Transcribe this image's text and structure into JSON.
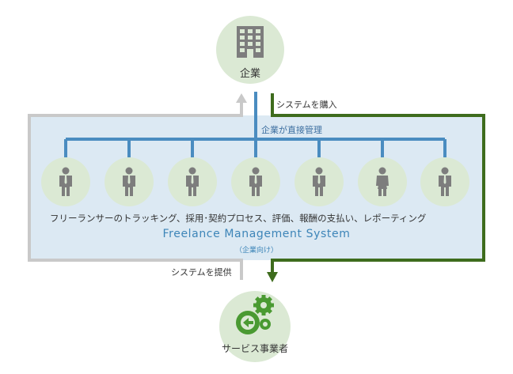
{
  "top_node": {
    "label": "企業",
    "icon": "building-icon"
  },
  "bottom_node": {
    "label": "サービス事業者",
    "icon": "gears-arrow-icon"
  },
  "flow_labels": {
    "purchase": "システムを購入",
    "provide": "システムを提供",
    "direct_management": "企業が直接管理"
  },
  "system_box": {
    "description": "フリーランサーのトラッキング、採用･契約プロセス、評価、報酬の支払い、レポーティング",
    "title": "Freelance Management System",
    "subtitle": "（企業向け）"
  },
  "freelancers": [
    {
      "icon": "person-male-icon"
    },
    {
      "icon": "person-male-icon"
    },
    {
      "icon": "person-male-icon"
    },
    {
      "icon": "person-male-icon"
    },
    {
      "icon": "person-male-icon"
    },
    {
      "icon": "person-female-icon"
    },
    {
      "icon": "person-male-icon"
    }
  ],
  "colors": {
    "node_bg": "#dbe9d4",
    "system_bg": "#dce9f3",
    "blue_line": "#4a8cc0",
    "green_line": "#3e6c1d",
    "gray_line": "#c9c9c9",
    "title_blue": "#3d85b8",
    "icon_gray": "#7d7d7d",
    "gear_green": "#4a9a32"
  }
}
